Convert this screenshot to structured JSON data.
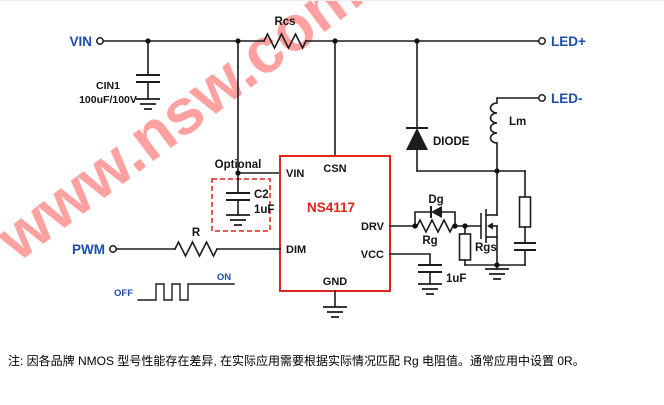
{
  "colors": {
    "accent_blue": "#1d4ea8",
    "accent_red": "#e0251b",
    "wire_black": "#1c1c1c",
    "watermark_red": "#ff2222"
  },
  "terminals": {
    "vin": "VIN",
    "led_plus": "LED+",
    "led_minus": "LED-",
    "pwm": "PWM"
  },
  "ic": {
    "name": "NS4117",
    "pin_vin": "VIN",
    "pin_csn": "CSN",
    "pin_drv": "DRV",
    "pin_vcc": "VCC",
    "pin_dim": "DIM",
    "pin_gnd": "GND"
  },
  "components": {
    "rcs": "Rcs",
    "cin1_name": "CIN1",
    "cin1_value": "100uF/100V",
    "optional_label": "Optional",
    "c2_name": "C2",
    "c2_value": "1uF",
    "input_resistor": "R",
    "freewheel_diode": "DIODE",
    "inductor": "Lm",
    "gate_diode": "Dg",
    "gate_resistor": "Rg",
    "gate_pulldown": "Rgs",
    "vcc_cap": "1uF"
  },
  "waveform": {
    "off_label": "OFF",
    "on_label": "ON"
  },
  "watermark_text": "www.nsw.com",
  "footnote": "注: 因各品牌 NMOS 型号性能存在差异, 在实际应用需要根据实际情况匹配 Rg 电阻值。通常应用中设置 0R。"
}
